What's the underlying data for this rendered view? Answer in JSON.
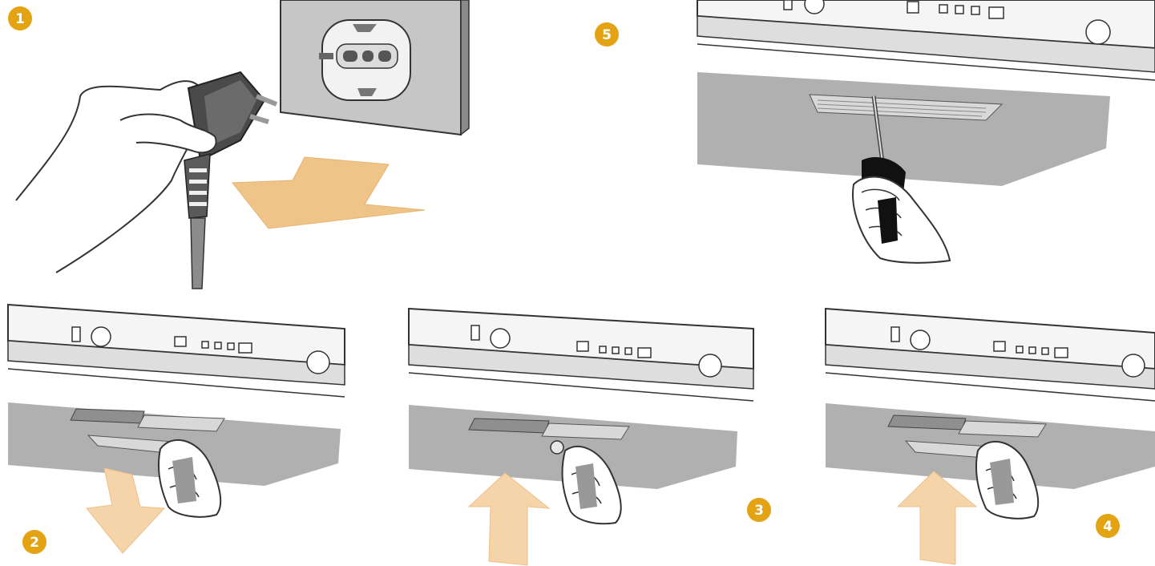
{
  "steps": [
    {
      "number": "1",
      "action": "unplug-power"
    },
    {
      "number": "2",
      "action": "pull-filter-down"
    },
    {
      "number": "3",
      "action": "insert-lamp"
    },
    {
      "number": "4",
      "action": "push-filter-up"
    },
    {
      "number": "5",
      "action": "secure-with-screwdriver"
    }
  ],
  "colors": {
    "badge": "#e3a312",
    "arrow_light": "#f6d4aa",
    "arrow_mid": "#efc489",
    "wall": "#c7c7c7",
    "hood_underside": "#b2b2b2"
  }
}
